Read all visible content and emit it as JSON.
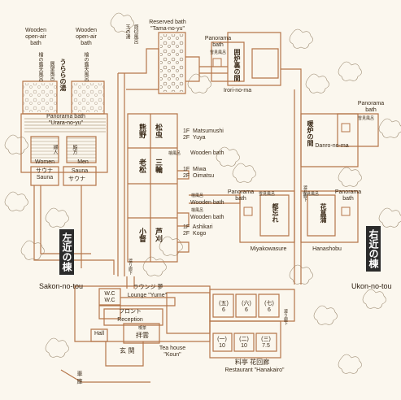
{
  "wings": {
    "left": {
      "jp": "左近の棟",
      "en": "Sakon-no-tou"
    },
    "right": {
      "jp": "右近の棟",
      "en": "Ukon-no-tou"
    }
  },
  "baths": {
    "wooden_women": {
      "en": "Wooden\nopen-air\nbath",
      "jp": "檜の露天風呂"
    },
    "wooden_men": {
      "en": "Wooden\nopen-air\nbath",
      "jp": "檜の露天風呂"
    },
    "urara": {
      "jp_small": "展望風呂",
      "jp": "うららの湯",
      "en": "Panorama bath\n\"Urara-no-yu\""
    },
    "tama": {
      "en": "Reserved bath\n\"Tama-no-yu\"",
      "jp_small": "貸切風呂",
      "jp": "玉の湯"
    },
    "sauna_women": {
      "jp": "サウナ",
      "en": "Sauna"
    },
    "sauna_men": {
      "jp": "サウナ",
      "en": "Sauna"
    },
    "women_entrance": {
      "jp": "婦人",
      "en": "Women"
    },
    "men_entrance": {
      "jp": "殿方",
      "en": "Men"
    }
  },
  "rooms": {
    "irori": {
      "jp": "囲炉裏の間",
      "en": "Irori-no-ma",
      "bath_en": "Panorama\nbath",
      "bath_jp": "雪見風呂"
    },
    "danro": {
      "jp": "暖炉の間",
      "en": "Danro-no-ma",
      "bath_en": "Panorama\nbath",
      "bath_jp": "雪見風呂"
    },
    "miyakowasure": {
      "jp": "都忘れ",
      "en": "Miyakowasure",
      "bath_en": "Panorama\nbath",
      "bath_jp": "雪見風呂"
    },
    "hanashobu": {
      "jp": "花菖蒲",
      "en": "Hanashobu",
      "bath_en": "Panorama\nbath",
      "bath_jp": "雪見風呂"
    },
    "matsumushi": {
      "jp1": "松虫",
      "jp2": "熊野",
      "label": "1F  Matsumushi\n2F  Yuya"
    },
    "miwa": {
      "jp1": "三輪",
      "jp2": "老松",
      "label": "1F  Miwa\n2F  Oimatsu"
    },
    "ashikari": {
      "jp1": "芦刈",
      "jp2": "小督",
      "label": "1F  Ashikari\n2F  Kogo"
    },
    "floor_tag": "一階  二階",
    "wooden_bath_1": {
      "jp": "檜風呂",
      "en": "Wooden bath"
    },
    "wooden_bath_2": {
      "jp": "檜風呂",
      "en": "Wooden bath"
    },
    "wooden_bath_3": {
      "jp": "檜風呂",
      "en": "Wooden bath"
    }
  },
  "corridors": {
    "left": "渡り廊下",
    "right": "渡り廊下",
    "center": "渡り廊下"
  },
  "public": {
    "lounge": {
      "jp": "ラウンジ 夢",
      "en": "Lounge \"Yume\""
    },
    "wc1": "W.C",
    "wc2": "W.C",
    "front": {
      "jp": "フロント",
      "en": "Reception"
    },
    "hall": "Hall",
    "teahouse": {
      "jp_small": "喫茶",
      "jp": "拝雲",
      "en": "Tea house\n\"Koun\""
    },
    "entrance": "玄 関",
    "parking": "車 庫",
    "restaurant": {
      "jp": "料亭 花回廊",
      "en": "Restaurant \"Hanakairo\""
    },
    "private_rooms": [
      "(五)",
      "(六)",
      "(七)",
      "(一)",
      "(二)",
      "(三)"
    ],
    "private_nums": [
      "6",
      "6",
      "6",
      "10",
      "10",
      "7.5"
    ]
  }
}
